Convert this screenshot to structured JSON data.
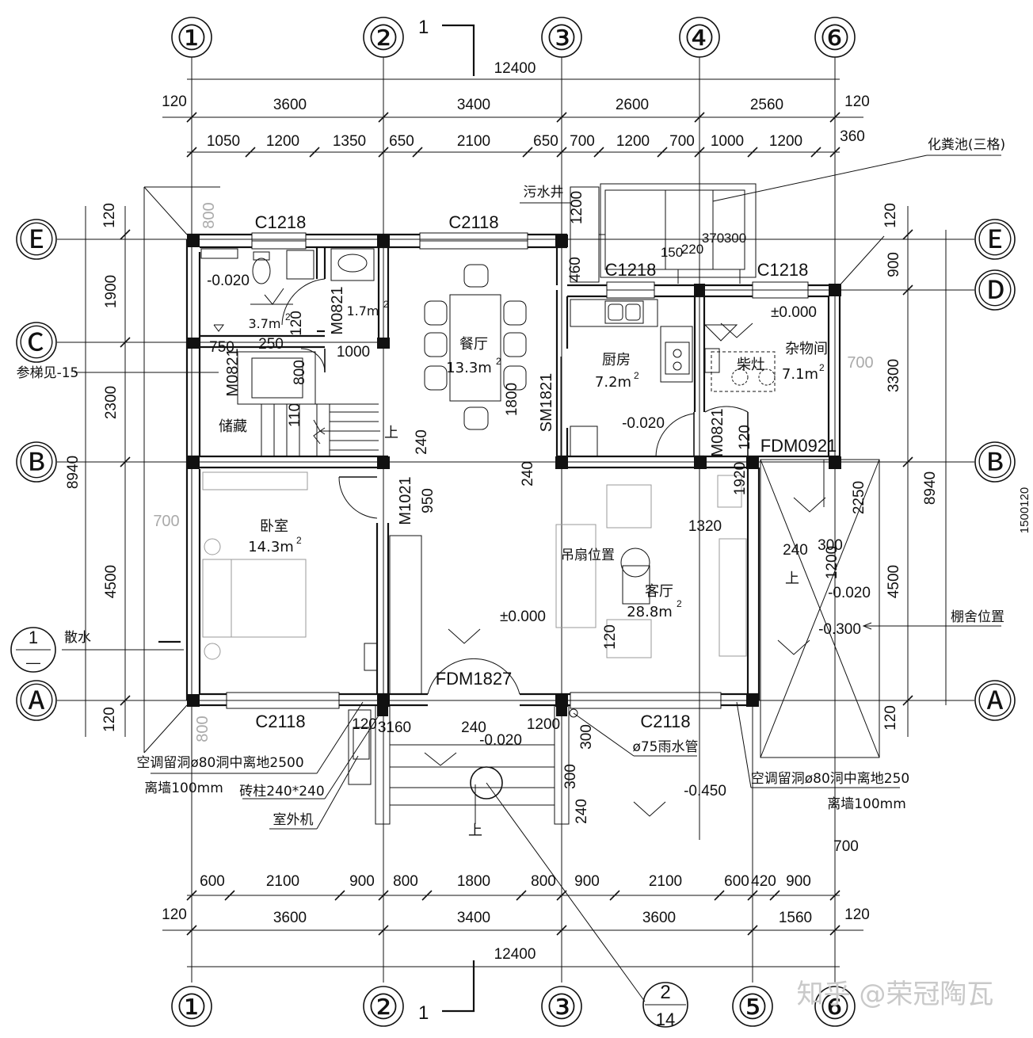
{
  "axes_top": [
    "①",
    "②",
    "③",
    "④",
    "⑥"
  ],
  "axes_bottom": [
    "①",
    "②",
    "③",
    "⑤",
    "⑥"
  ],
  "axes_left": [
    "Ⓔ",
    "Ⓒ",
    "Ⓑ",
    "Ⓐ"
  ],
  "axes_right": [
    "Ⓔ",
    "Ⓓ",
    "Ⓑ",
    "Ⓐ"
  ],
  "section_mark_top": "1",
  "section_mark_bottom": "1",
  "detail_callout": {
    "top": "1",
    "bottom": "—"
  },
  "stair_callout": {
    "top": "2",
    "bottom": "14"
  },
  "dims_top_total": "12400",
  "dims_top_row2": [
    "120",
    "3600",
    "3400",
    "2600",
    "2560",
    "120"
  ],
  "dims_top_row3": [
    "1050",
    "1200",
    "1350",
    "650",
    "2100",
    "650",
    "700",
    "1200",
    "700",
    "1000",
    "1200",
    "360"
  ],
  "dims_bottom_row1": [
    "600",
    "2100",
    "900",
    "800",
    "1800",
    "800",
    "900",
    "2100",
    "600",
    "420",
    "900"
  ],
  "dims_bottom_row2": [
    "120",
    "3600",
    "3400",
    "3600",
    "1560",
    "120"
  ],
  "dims_bottom_total": "12400",
  "dims_left": [
    "120",
    "1900",
    "2300",
    "4500",
    "120",
    "8940"
  ],
  "dims_right": [
    "120",
    "900",
    "3300",
    "4500",
    "120",
    "8940",
    "1500120"
  ],
  "rooms": {
    "dining": {
      "name": "餐厅",
      "area": "13.3m",
      "sup": "2"
    },
    "kitchen": {
      "name": "厨房",
      "area": "7.2m",
      "sup": "2"
    },
    "storeroom": {
      "name": "杂物间",
      "area": "7.1m",
      "sup": "2"
    },
    "stove": "柴灶",
    "bath1": {
      "area": "3.7m",
      "sup": "2"
    },
    "bath2": {
      "area": "1.7m",
      "sup": "2"
    },
    "storage": "储藏",
    "bedroom": {
      "name": "卧室",
      "area": "14.3m",
      "sup": "2"
    },
    "living": {
      "name": "客厅",
      "area": "28.8m",
      "sup": "2"
    }
  },
  "windows": [
    "C1218",
    "C2118",
    "C1218",
    "C1218",
    "C2118",
    "C2118"
  ],
  "doors": [
    "M0821",
    "M0821",
    "M0821",
    "M1021",
    "SM1821",
    "FDM0921",
    "FDM1827"
  ],
  "elevations": [
    "-0.020",
    "±0.000",
    "-0.020",
    "±0.000",
    "-0.020",
    "-0.300",
    "-0.020",
    "-0.450"
  ],
  "annotations": {
    "septic": "化粪池(三格)",
    "sewage": "污水井",
    "stair_ref": "参梯见-15",
    "apron": "散水",
    "fan": "吊扇位置",
    "shed": "棚舍位置",
    "ac_left_1": "空调留洞ø80洞中离地2500",
    "ac_left_2": "离墙100mm",
    "pillar": "砖柱240*240",
    "outdoor_unit": "室外机",
    "rain_pipe": "ø75雨水管",
    "ac_right_1": "空调留洞ø80洞中离地250",
    "ac_right_2": "离墙100mm",
    "up1": "上",
    "up2": "上",
    "up3": "上"
  },
  "inner_dims": [
    "800",
    "750",
    "250",
    "1000",
    "800",
    "110",
    "120",
    "240",
    "240",
    "950",
    "1800",
    "1200",
    "460",
    "150",
    "220",
    "370",
    "300",
    "700",
    "700",
    "800",
    "120",
    "1920",
    "1320",
    "240",
    "300",
    "1200",
    "2250",
    "120",
    "120",
    "3160",
    "240",
    "1200",
    "300",
    "300",
    "240",
    "700"
  ],
  "watermark": "知乎 @荣冠陶瓦"
}
